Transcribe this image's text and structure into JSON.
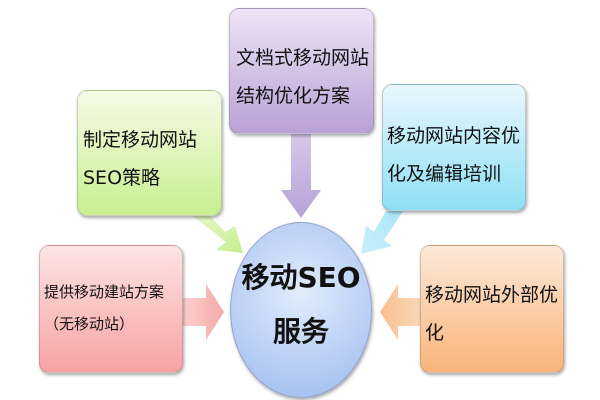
{
  "center": {
    "line1": "移动SEO",
    "line2": "服务",
    "color": "#9bb9ef"
  },
  "nodes": {
    "top": {
      "line1": "文档式移动网站",
      "line2": "结构优化方案",
      "color": "#b9a1d6"
    },
    "upper_left": {
      "line1": "制定移动网站",
      "line2": "SEO策略",
      "color": "#c8ef90"
    },
    "upper_right": {
      "line1": "移动网站内容优",
      "line2": "化及编辑培训",
      "color": "#8ee0f6"
    },
    "left": {
      "line1": "提供移动建站方案",
      "line2": "（无移动站）",
      "color": "#f7a2a2"
    },
    "right": {
      "line1": "移动网站外部优",
      "line2": "化",
      "color": "#f9b47a"
    }
  }
}
